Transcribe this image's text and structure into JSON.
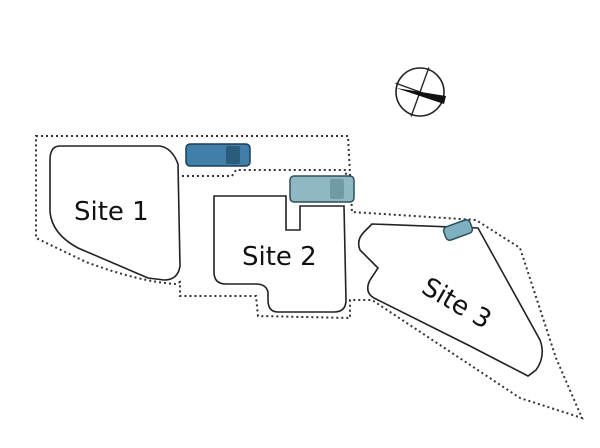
{
  "sites": [
    {
      "id": "site-1",
      "label": "Site 1"
    },
    {
      "id": "site-2",
      "label": "Site 2"
    },
    {
      "id": "site-3",
      "label": "Site 3"
    }
  ],
  "vehicles": [
    {
      "id": "car-1",
      "color": "#3f7fa8"
    },
    {
      "id": "car-2",
      "color": "#8fb8c4"
    },
    {
      "id": "car-3",
      "color": "#7fb0c0"
    }
  ],
  "compass": {
    "icon": "north-arrow-icon"
  }
}
